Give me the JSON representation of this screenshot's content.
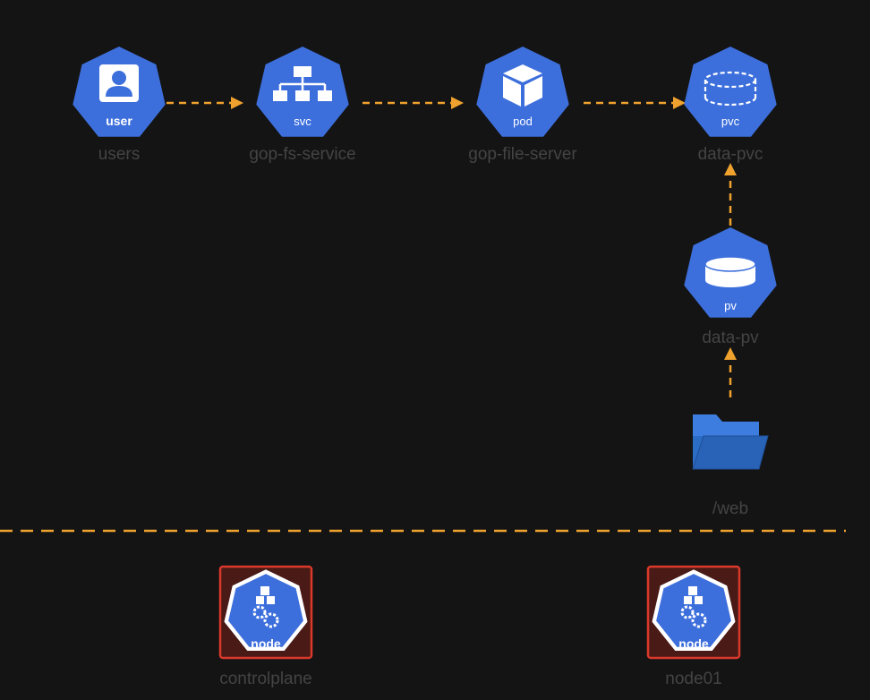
{
  "nodes": {
    "users": {
      "label": "users",
      "badge": "user"
    },
    "service": {
      "label": "gop-fs-service",
      "badge": "svc"
    },
    "pod": {
      "label": "gop-file-server",
      "badge": "pod"
    },
    "pvc": {
      "label": "data-pvc",
      "badge": "pvc"
    },
    "pv": {
      "label": "data-pv",
      "badge": "pv"
    },
    "folder": {
      "label": "/web"
    },
    "controlplane": {
      "label": "controlplane",
      "badge": "node"
    },
    "node01": {
      "label": "node01",
      "badge": "node"
    }
  },
  "colors": {
    "background": "#141414",
    "icon_blue": "#3d6fdc",
    "edge_orange": "#f0a22e",
    "label_gray": "#444444",
    "node_frame_red": "#d9392b",
    "node_frame_fill": "#4a1a16",
    "folder_blue": "#2b6cc4"
  },
  "icons": {
    "users": "user-icon",
    "service": "network-hierarchy-icon",
    "pod": "cube-icon",
    "pvc": "dashed-cylinder-icon",
    "pv": "cylinder-icon",
    "folder": "open-folder-icon",
    "cluster_node": "kubernetes-node-icon"
  }
}
